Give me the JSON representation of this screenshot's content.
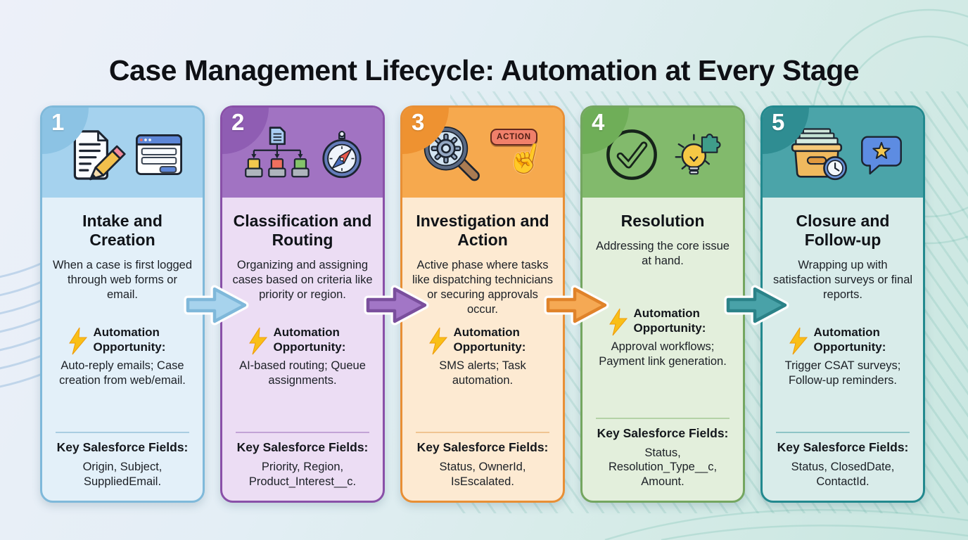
{
  "title": "Case Management Lifecycle: Automation at Every Stage",
  "stages": [
    {
      "number": "1",
      "title": "Intake and Creation",
      "description": "When a case is first logged through web forms or email.",
      "automation_label": "Automation Opportunity:",
      "automation_text": "Auto-reply emails; Case creation from web/email.",
      "fields_label": "Key Salesforce Fields:",
      "fields_text": "Origin, Subject, SuppliedEmail.",
      "icons": [
        "document-pencil-icon",
        "web-form-icon"
      ],
      "colors": {
        "header": "#a5d2ee",
        "badge": "#8cc3e4",
        "body": "#e3f0f9",
        "border": "#7fb9da",
        "divider": "#a9cde1"
      }
    },
    {
      "number": "2",
      "title": "Classification and Routing",
      "description": "Organizing and assigning cases based on criteria like priority or region.",
      "automation_label": "Automation Opportunity:",
      "automation_text": "AI-based routing; Queue assignments.",
      "fields_label": "Key Salesforce Fields:",
      "fields_text": "Priority, Region, Product_Interest__c.",
      "icons": [
        "document-routing-icon",
        "compass-icon"
      ],
      "colors": {
        "header": "#a173c2",
        "badge": "#8f5db3",
        "body": "#ecddf4",
        "border": "#8950a8",
        "divider": "#c2a3d6"
      }
    },
    {
      "number": "3",
      "title": "Investigation and Action",
      "description": "Active phase where tasks like dispatching technicians or securing approvals occur.",
      "automation_label": "Automation Opportunity:",
      "automation_text": "SMS alerts; Task automation.",
      "fields_label": "Key Salesforce Fields:",
      "fields_text": "Status, OwnerId, IsEscalated.",
      "action_label": "ACTION",
      "icons": [
        "magnifier-gear-icon",
        "action-button-icon"
      ],
      "colors": {
        "header": "#f6a94e",
        "badge": "#ee9231",
        "body": "#fdead2",
        "border": "#e88f35",
        "divider": "#f0c492"
      }
    },
    {
      "number": "4",
      "title": "Resolution",
      "description": "Addressing the core issue at hand.",
      "automation_label": "Automation Opportunity:",
      "automation_text": "Approval workflows; Payment link generation.",
      "fields_label": "Key Salesforce Fields:",
      "fields_text": "Status, Resolution_Type__c, Amount.",
      "icons": [
        "check-circle-icon",
        "idea-bulb-puzzle-icon"
      ],
      "colors": {
        "header": "#82ba6c",
        "badge": "#6fae58",
        "body": "#e3efdc",
        "border": "#74a660",
        "divider": "#b4d2a6"
      }
    },
    {
      "number": "5",
      "title": "Closure and Follow-up",
      "description": "Wrapping up with satisfaction surveys or final reports.",
      "automation_label": "Automation Opportunity:",
      "automation_text": "Trigger CSAT surveys; Follow-up reminders.",
      "fields_label": "Key Salesforce Fields:",
      "fields_text": "Status, ClosedDate, ContactId.",
      "icons": [
        "archive-clock-icon",
        "feedback-star-bubble-icon"
      ],
      "colors": {
        "header": "#4ba4a9",
        "badge": "#2f8d92",
        "body": "#d9ecea",
        "border": "#22898e",
        "divider": "#8ec4c6"
      }
    }
  ],
  "arrows": [
    {
      "name": "arrow-right-icon",
      "fill": "#a7d3ed",
      "stroke": "#7fb8da"
    },
    {
      "name": "arrow-right-icon",
      "fill": "#a276c6",
      "stroke": "#7a4f9d"
    },
    {
      "name": "arrow-right-icon",
      "fill": "#f5a954",
      "stroke": "#e0832a"
    },
    {
      "name": "arrow-right-icon",
      "fill": "#49a2a8",
      "stroke": "#2b8288"
    }
  ],
  "accent": {
    "bolt_yellow": "#f9bf17",
    "background_left": "#edf0f9",
    "background_right": "#c8e6e0"
  }
}
